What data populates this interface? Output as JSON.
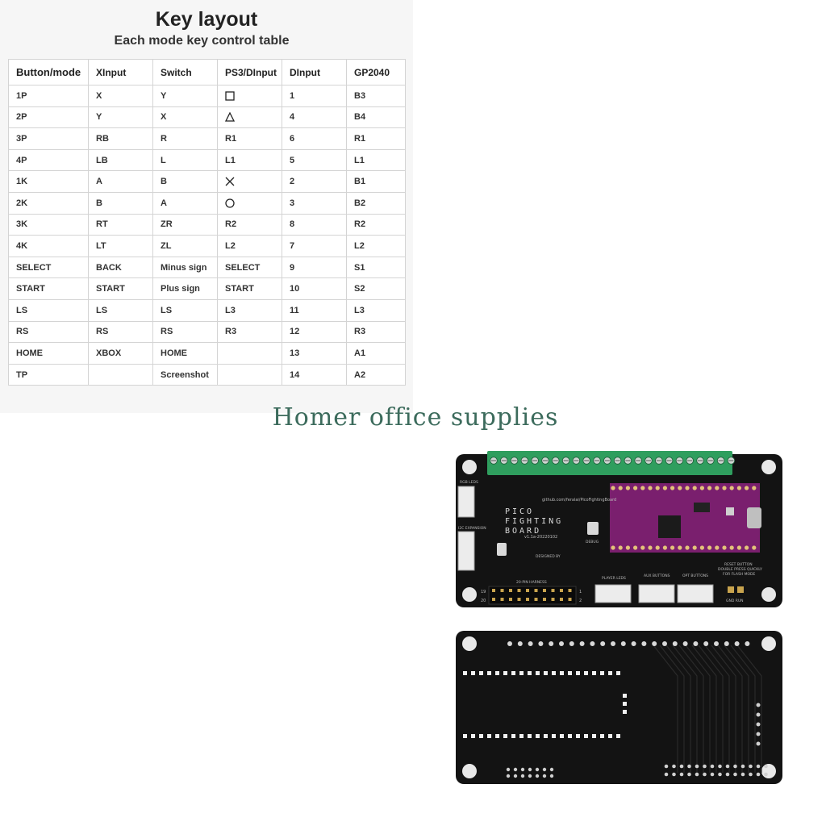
{
  "header": {
    "title": "Key layout",
    "subtitle": "Each mode key control table"
  },
  "table": {
    "columns": [
      "Button/mode",
      "XInput",
      "Switch",
      "PS3/DInput",
      "DInput",
      "GP2040"
    ],
    "rows": [
      [
        "1P",
        "X",
        "Y",
        "",
        "1",
        "B3"
      ],
      [
        "2P",
        "Y",
        "X",
        "",
        "4",
        "B4"
      ],
      [
        "3P",
        "RB",
        "R",
        "R1",
        "6",
        "R1"
      ],
      [
        "4P",
        "LB",
        "L",
        "L1",
        "5",
        "L1"
      ],
      [
        "1K",
        "A",
        "B",
        "",
        "2",
        "B1"
      ],
      [
        "2K",
        "B",
        "A",
        "",
        "3",
        "B2"
      ],
      [
        "3K",
        "RT",
        "ZR",
        "R2",
        "8",
        "R2"
      ],
      [
        "4K",
        "LT",
        "ZL",
        "L2",
        "7",
        "L2"
      ],
      [
        "SELECT",
        "BACK",
        "Minus sign",
        "SELECT",
        "9",
        "S1"
      ],
      [
        "START",
        "START",
        "Plus sign",
        "START",
        "10",
        "S2"
      ],
      [
        "LS",
        "LS",
        "LS",
        "L3",
        "11",
        "L3"
      ],
      [
        "RS",
        "RS",
        "RS",
        "R3",
        "12",
        "R3"
      ],
      [
        "HOME",
        "XBOX",
        "HOME",
        "",
        "13",
        "A1"
      ],
      [
        "TP",
        "",
        "Screenshot",
        "",
        "14",
        "A2"
      ]
    ],
    "symbol_icons": {
      "0": "square-icon",
      "1": "triangle-icon",
      "4": "cross-icon",
      "5": "circle-icon"
    }
  },
  "watermark": "Homer office supplies",
  "board": {
    "logo_line1": "PICO",
    "logo_line2": "FIGHTING",
    "logo_line3": "BOARD",
    "url": "github.com/feralai/PicoFightingBoard",
    "version": "v1.1a-20220102",
    "designed_by": "DESIGNED BY",
    "debug_label": "DEBUG",
    "rgb_leds_label": "RGB LEDS",
    "i2c_label": "I2C EXPANSION",
    "player_leds_label": "PLAYER LEDS",
    "aux_buttons_label": "AUX BUTTONS",
    "opt_buttons_label": "OPT BUTTONS",
    "reset_label_1": "RESET BUTTON",
    "reset_label_2": "DOUBLE PRESS QUICKLY",
    "reset_label_3": "FOR FLASH MODE",
    "harness_label": "20-PIN HARNESS",
    "pin_19": "19",
    "pin_20": "20",
    "pin_1": "1",
    "pin_2": "2",
    "gnd_run": "GND RUN",
    "colors": {
      "pcb": "#131313",
      "terminal": "#2f9e5e",
      "pico": "#7a1f6e",
      "connector": "#ececec"
    }
  }
}
